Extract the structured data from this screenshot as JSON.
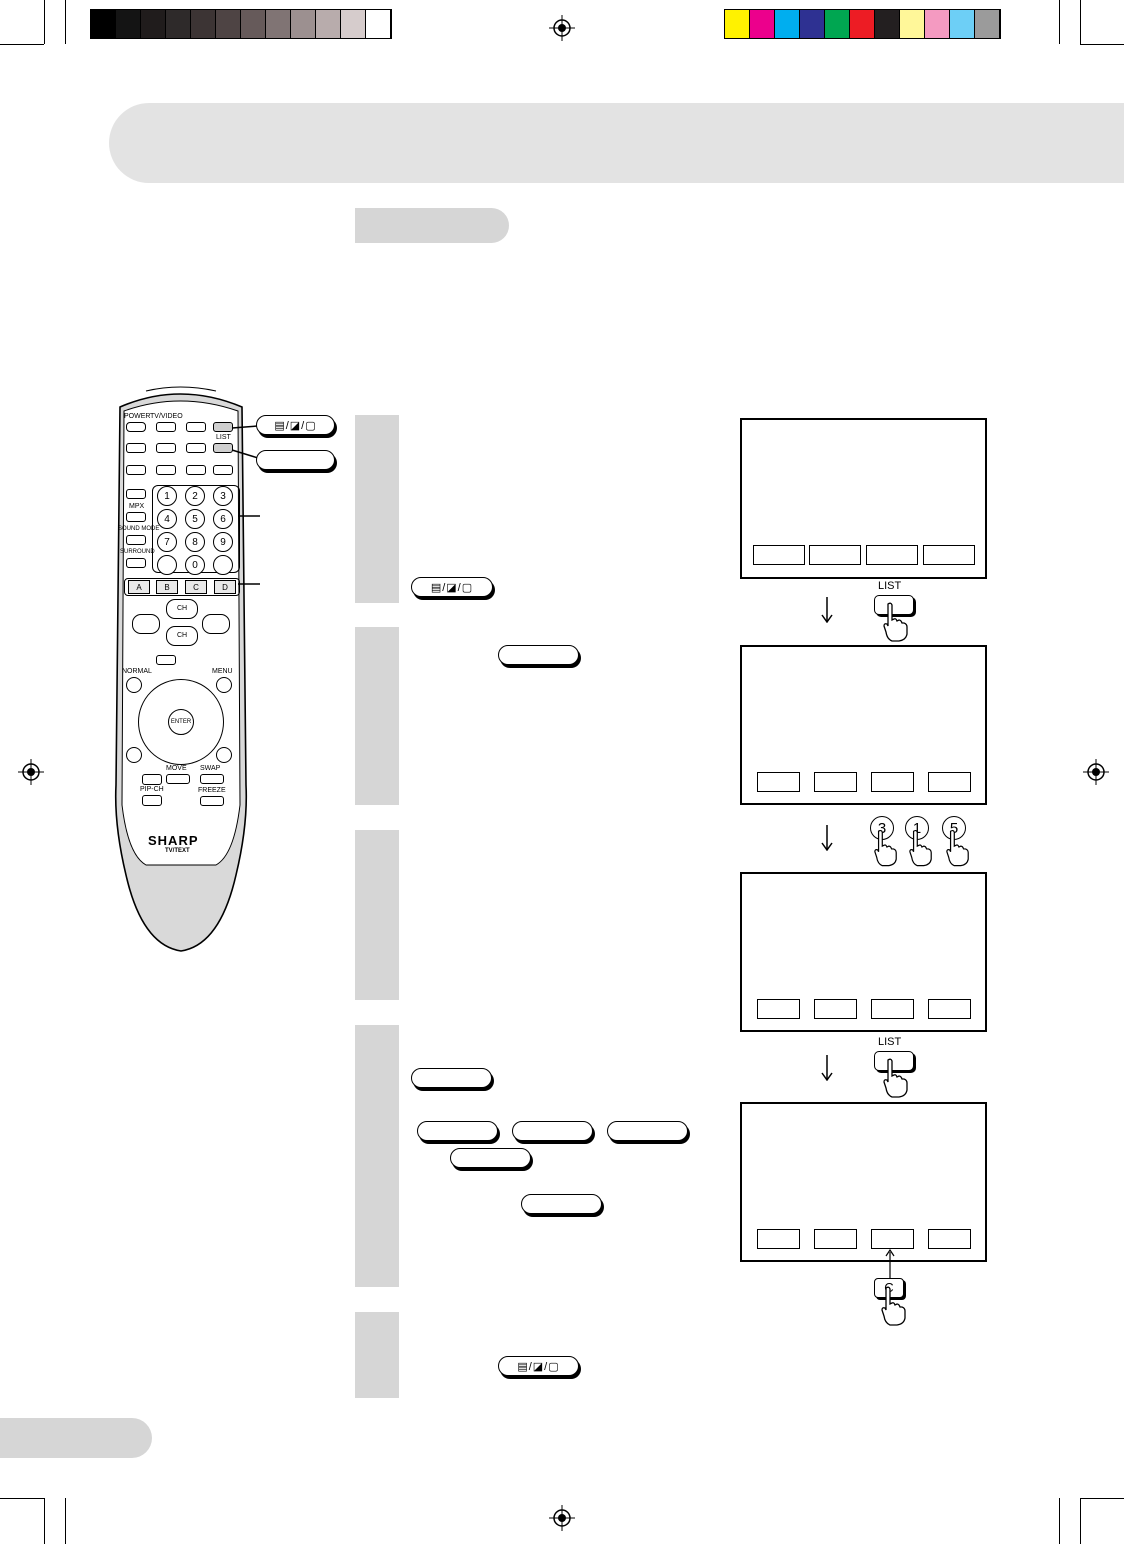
{
  "color_bar": {
    "grays": [
      "#000000",
      "#141414",
      "#201c1c",
      "#2e2a2a",
      "#3c3434",
      "#4e4444",
      "#665a5a",
      "#807474",
      "#9c9090",
      "#b8acac",
      "#d6cccc",
      "#ffffff"
    ],
    "colors": [
      "#fff200",
      "#ec008c",
      "#00aeef",
      "#2e3192",
      "#00a651",
      "#ed1c24",
      "#231f20",
      "#fff799",
      "#f49ac1",
      "#6dcff6",
      "#9b9b9b"
    ]
  },
  "remote": {
    "power": "POWER",
    "tv_video": "TV/VIDEO",
    "list": "LIST",
    "mpx": "MPX",
    "sound_mode": "SOUND MODE",
    "surround": "SURROUND",
    "numbers": [
      "1",
      "2",
      "3",
      "4",
      "5",
      "6",
      "7",
      "8",
      "9",
      "0"
    ],
    "color_keys": [
      "A",
      "B",
      "C",
      "D"
    ],
    "ch_up": "CH",
    "ch_down": "CH",
    "normal": "NORMAL",
    "menu": "MENU",
    "enter": "ENTER",
    "move": "MOVE",
    "swap": "SWAP",
    "pip_ch": "PIP-CH",
    "freeze": "FREEZE",
    "brand": "SHARP",
    "model": "TV/TEXT"
  },
  "right_diagram": {
    "key_list_1": "LIST",
    "key_list_2": "LIST",
    "digits": [
      "3",
      "1",
      "5"
    ],
    "key_c": "C"
  }
}
